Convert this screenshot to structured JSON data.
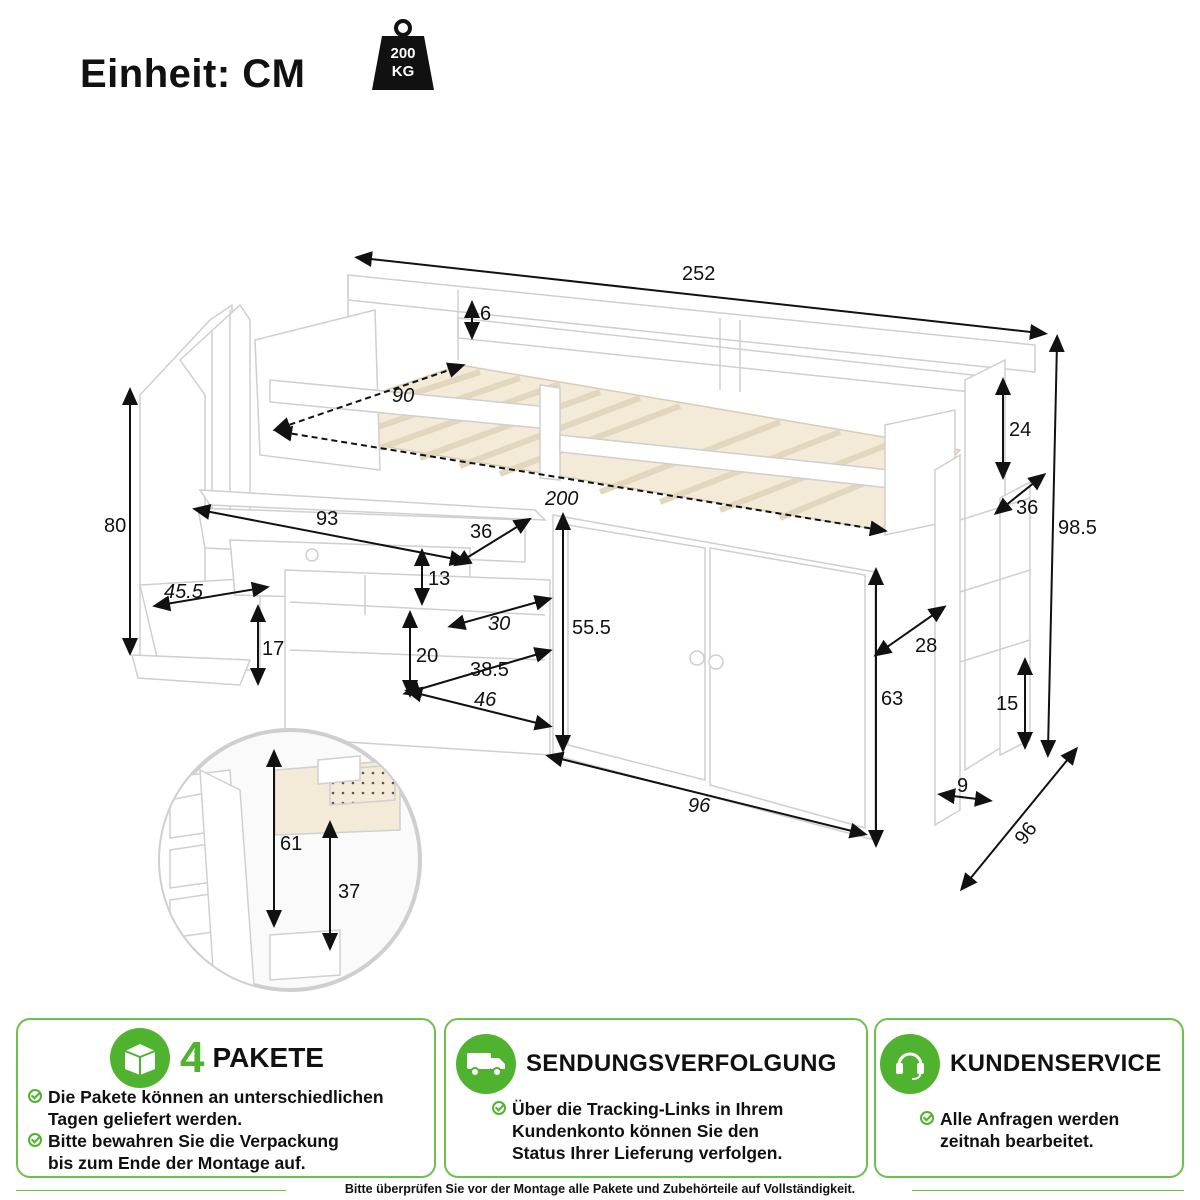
{
  "header": {
    "unit_label": "Einheit: CM",
    "weight_value": "200",
    "weight_unit": "KG",
    "weight_icon": "weight-icon"
  },
  "dimensions": {
    "total_length": "252",
    "guard_gap": "6",
    "mattress_width": "90",
    "mattress_length": "200",
    "stair_height": "80",
    "desk_length": "93",
    "desk_depth": "36",
    "drawer_height": "13",
    "step_depth": "45.5",
    "step_height": "17",
    "shelf_depth": "30",
    "shelf_height": "20",
    "shelf_inner": "38.5",
    "shelf_width": "46",
    "cabinet_height": "55.5",
    "cabinet_width": "96",
    "side_depth": "28",
    "under_height": "63",
    "ladder_height_top": "24",
    "ladder_depth": "36",
    "total_height": "98.5",
    "ladder_step": "15",
    "ladder_width": "9",
    "bed_depth": "96",
    "detail_height_1": "61",
    "detail_height_2": "37"
  },
  "panels": [
    {
      "icon": "box-icon",
      "number": "4",
      "title": "PAKETE",
      "lines": [
        [
          "Die Pakete können an unterschiedlichen",
          "Tagen geliefert werden."
        ],
        [
          "Bitte bewahren Sie die Verpackung",
          "bis zum Ende der Montage auf."
        ]
      ]
    },
    {
      "icon": "truck-icon",
      "title": "SENDUNGSVERFOLGUNG",
      "lines": [
        [
          "Über die Tracking-Links in Ihrem",
          "Kundenkonto können Sie den",
          "Status Ihrer Lieferung verfolgen."
        ]
      ]
    },
    {
      "icon": "headset-icon",
      "title": "KUNDENSERVICE",
      "lines": [
        [
          "Alle Anfragen werden",
          "zeitnah bearbeitet."
        ]
      ]
    }
  ],
  "footer": "Bitte überprüfen Sie vor der Montage alle Pakete und Zubehörteile auf Vollständigkeit."
}
